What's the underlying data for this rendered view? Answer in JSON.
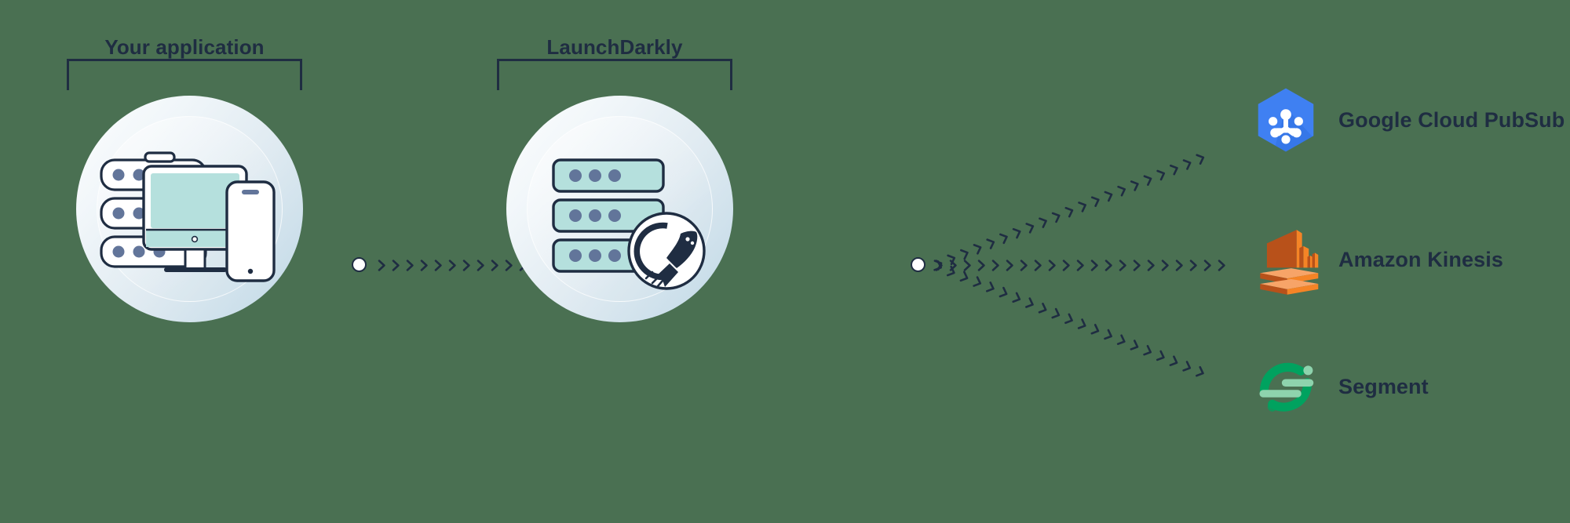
{
  "diagram": {
    "title": "LaunchDarkly Data Export flow",
    "background_color": "#4a7052",
    "ink_color": "#1f2d42"
  },
  "groups": [
    {
      "label": "Your application",
      "bracket": true
    },
    {
      "label": "LaunchDarkly",
      "bracket": true
    }
  ],
  "source_node": {
    "name": "your-application",
    "label": "Your application",
    "icons": [
      "server-stack-icon",
      "desktop-monitor-icon",
      "mobile-phone-icon"
    ],
    "connector": "output-connector-dot"
  },
  "hub_node": {
    "name": "launchdarkly",
    "label": "LaunchDarkly",
    "icons": [
      "server-stack-icon",
      "launchdarkly-rocket-badge"
    ],
    "connector_in": "input-connector-dot",
    "connector_out": "output-connector-dot"
  },
  "flows": [
    {
      "from": "Your application",
      "to": "LaunchDarkly",
      "style": "chevron-arrow"
    },
    {
      "from": "LaunchDarkly",
      "to": "Google Cloud PubSub",
      "style": "chevron-arrow"
    },
    {
      "from": "LaunchDarkly",
      "to": "Amazon Kinesis",
      "style": "chevron-arrow"
    },
    {
      "from": "LaunchDarkly",
      "to": "Segment",
      "style": "chevron-arrow"
    }
  ],
  "destinations": [
    {
      "label": "Google Cloud PubSub",
      "icon": "google-cloud-pubsub-icon",
      "color": "#3f80f2",
      "color_dark": "#2f6fe0"
    },
    {
      "label": "Amazon Kinesis",
      "icon": "amazon-kinesis-icon",
      "color": "#f58426",
      "color_dark": "#b8511a",
      "color_light": "#f7a468"
    },
    {
      "label": "Segment",
      "icon": "segment-icon",
      "color": "#00a25f",
      "color_light": "#8ed3ad"
    }
  ],
  "palette": {
    "sphere_light": "#fdfefe",
    "sphere_dark": "#bfd8e6",
    "screen_mint": "#b5e0dd",
    "dot_slate": "#62759a",
    "ink": "#1f2d42"
  }
}
